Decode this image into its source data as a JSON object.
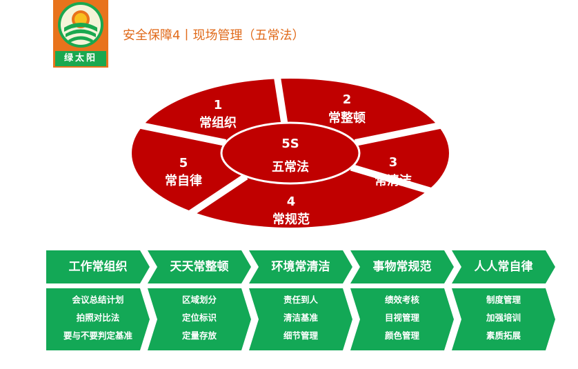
{
  "header": {
    "logo_text": "绿太阳",
    "title": "安全保障4丨现场管理（五常法）"
  },
  "colors": {
    "red": "#c00000",
    "green": "#13a856",
    "orange": "#e8731c",
    "title": "#e06a1a"
  },
  "diagram": {
    "center": {
      "line1": "5S",
      "line2": "五常法"
    },
    "segments": [
      {
        "num": "1",
        "label": "常组织"
      },
      {
        "num": "2",
        "label": "常整顿"
      },
      {
        "num": "3",
        "label": "常清洁"
      },
      {
        "num": "4",
        "label": "常规范"
      },
      {
        "num": "5",
        "label": "常自律"
      }
    ]
  },
  "process": [
    {
      "title": "工作常组织",
      "items": [
        "会议总结计划",
        "拍照对比法",
        "要与不要判定基准"
      ]
    },
    {
      "title": "天天常整顿",
      "items": [
        "区域划分",
        "定位标识",
        "定量存放"
      ]
    },
    {
      "title": "环境常清洁",
      "items": [
        "责任到人",
        "清洁基准",
        "细节管理"
      ]
    },
    {
      "title": "事物常规范",
      "items": [
        "绩效考核",
        "目视管理",
        "颜色管理"
      ]
    },
    {
      "title": "人人常自律",
      "items": [
        "制度管理",
        "加强培训",
        "素质拓展"
      ]
    }
  ]
}
